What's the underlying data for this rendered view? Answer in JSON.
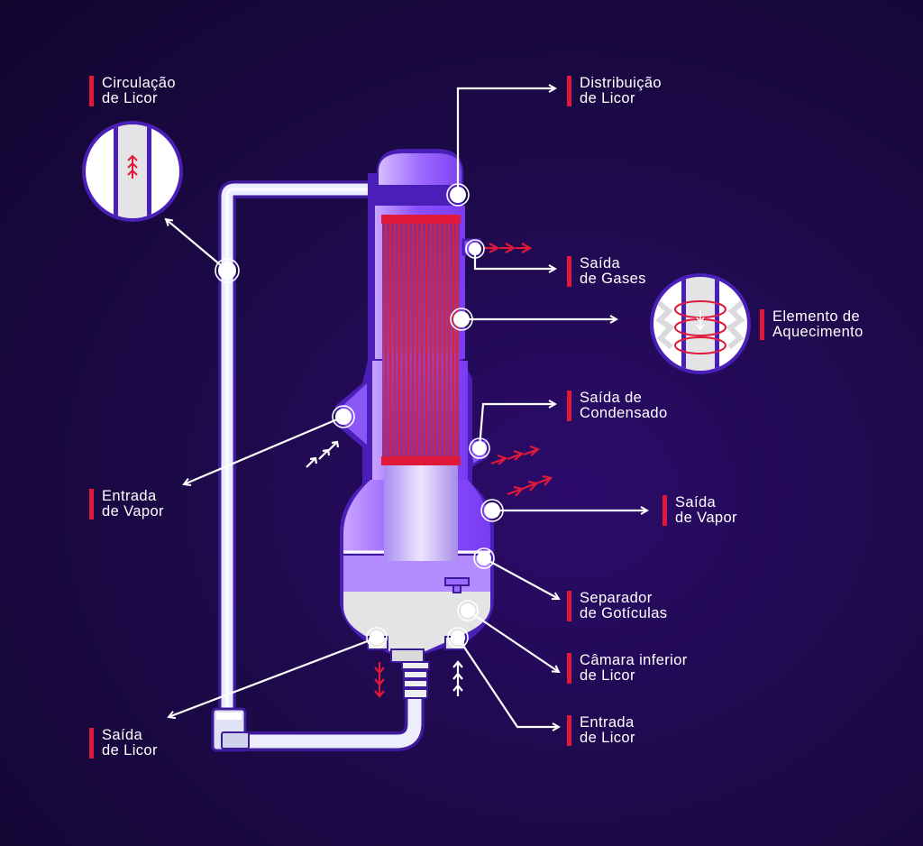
{
  "colors": {
    "background": "#1d0a4a",
    "accent": "#e0193a",
    "vessel": "#9b6cff",
    "outline": "#4a1fb8",
    "liquor": "#e6e6e6",
    "text": "#ffffff"
  },
  "labels": {
    "circulacao": {
      "line1": "Circulação",
      "line2": "de Licor"
    },
    "distribuicao": {
      "line1": "Distribuição",
      "line2": "de Licor"
    },
    "saida_gases": {
      "line1": "Saída",
      "line2": "de Gases"
    },
    "elemento": {
      "line1": "Elemento de",
      "line2": "Aquecimento"
    },
    "saida_condensado": {
      "line1": "Saída de",
      "line2": "Condensado"
    },
    "entrada_vapor": {
      "line1": "Entrada",
      "line2": "de Vapor"
    },
    "saida_vapor": {
      "line1": "Saída",
      "line2": "de Vapor"
    },
    "separador": {
      "line1": "Separador",
      "line2": "de Gotículas"
    },
    "camara": {
      "line1": "Câmara inferior",
      "line2": "de Licor"
    },
    "entrada_licor": {
      "line1": "Entrada",
      "line2": "de Licor"
    },
    "saida_licor": {
      "line1": "Saída",
      "line2": "de Licor"
    }
  },
  "icons": {
    "pointer": "circle-marker-icon",
    "flow": "arrowhead-chevron-icon"
  }
}
